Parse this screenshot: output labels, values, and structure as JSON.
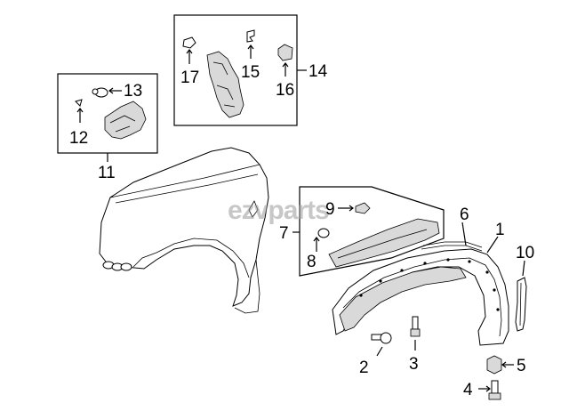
{
  "watermark": "ezvparts",
  "callouts": {
    "c1": "1",
    "c2": "2",
    "c3": "3",
    "c4": "4",
    "c5": "5",
    "c6": "6",
    "c7": "7",
    "c8": "8",
    "c9": "9",
    "c10": "10",
    "c11": "11",
    "c12": "12",
    "c13": "13",
    "c14": "14",
    "c15": "15",
    "c16": "16",
    "c17": "17"
  }
}
